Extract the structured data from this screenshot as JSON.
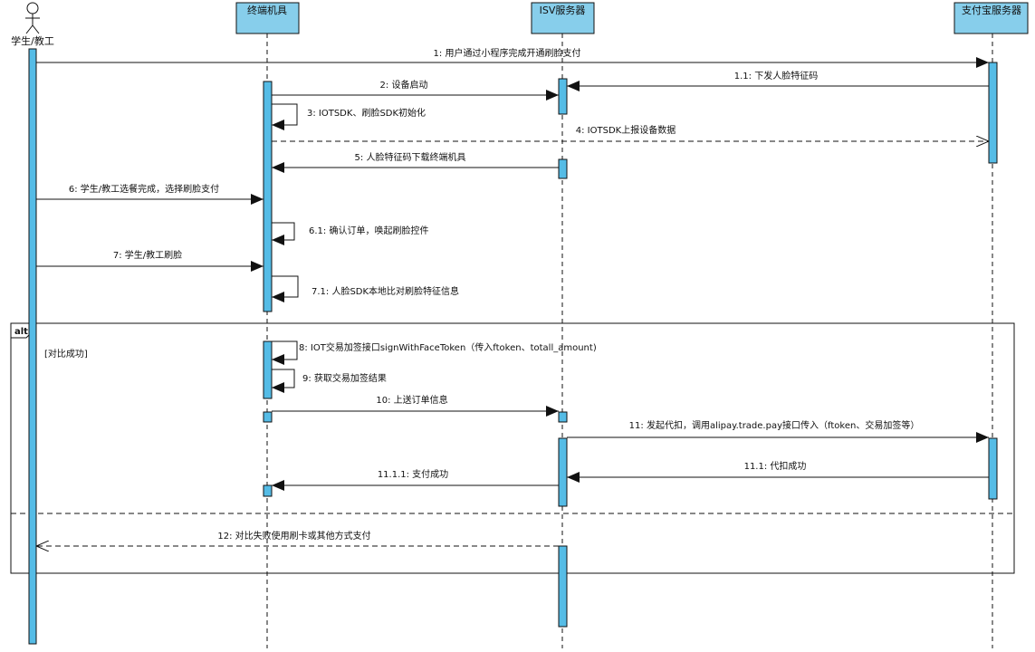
{
  "participants": {
    "actor": "学生/教工",
    "terminal": "终端机具",
    "isv": "ISV服务器",
    "alipay": "支付宝服务器"
  },
  "messages": {
    "m1": "1: 用户通过小程序完成开通刷脸支付",
    "m1_1": "1.1: 下发人脸特征码",
    "m2": "2: 设备启动",
    "m3": "3: IOTSDK、刷脸SDK初始化",
    "m4": "4: IOTSDK上报设备数据",
    "m5": "5: 人脸特征码下载终端机具",
    "m6": "6: 学生/教工选餐完成，选择刷脸支付",
    "m6_1": "6.1: 确认订单，唤起刷脸控件",
    "m7": "7: 学生/教工刷脸",
    "m7_1": "7.1: 人脸SDK本地比对刷脸特征信息",
    "m8": "8: IOT交易加签接口signWithFaceToken（传入ftoken、totall_amount)",
    "m9": "9: 获取交易加签结果",
    "m10": "10: 上送订单信息",
    "m11": "11: 发起代扣，调用alipay.trade.pay接口传入（ftoken、交易加签等）",
    "m11_1": "11.1: 代扣成功",
    "m11_1_1": "11.1.1: 支付成功",
    "m12": "12: 对比失败使用刷卡或其他方式支付"
  },
  "fragment": {
    "operator": "alt",
    "guard": "[对比成功]"
  },
  "colors": {
    "header_fill": "#87CEEB",
    "activation_fill": "#55BCE6",
    "stroke": "#111111"
  }
}
